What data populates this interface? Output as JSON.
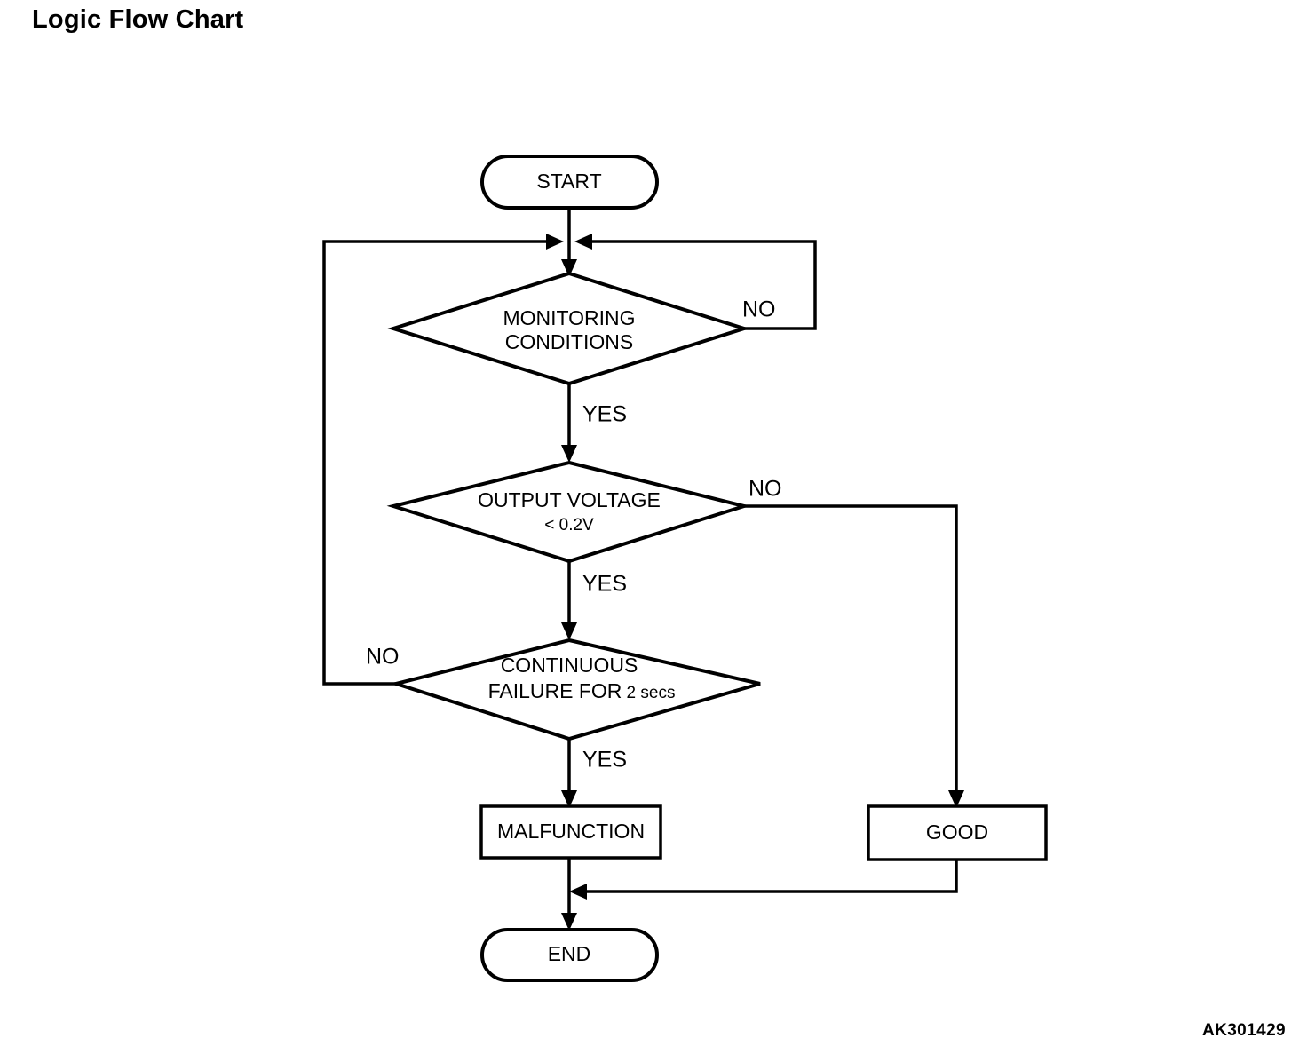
{
  "page": {
    "title": "Logic Flow Chart",
    "reference_code": "AK301429",
    "background_color": "#ffffff",
    "line_color": "#000000"
  },
  "chart_data": {
    "type": "diagram",
    "diagram_kind": "flowchart",
    "title": "Logic Flow Chart",
    "nodes": [
      {
        "id": "start",
        "shape": "terminator",
        "label": "START"
      },
      {
        "id": "monitoring",
        "shape": "decision",
        "label_line1": "MONITORING",
        "label_line2": "CONDITIONS"
      },
      {
        "id": "voltage",
        "shape": "decision",
        "label_line1": "OUTPUT VOLTAGE",
        "label_line2": "< 0.2V"
      },
      {
        "id": "continuous",
        "shape": "decision",
        "label_line1": "CONTINUOUS",
        "label_line2": "FAILURE FOR",
        "label_line2_small": "2 secs"
      },
      {
        "id": "malfunction",
        "shape": "process",
        "label": "MALFUNCTION"
      },
      {
        "id": "good",
        "shape": "process",
        "label": "GOOD"
      },
      {
        "id": "end",
        "shape": "terminator",
        "label": "END"
      }
    ],
    "edges": [
      {
        "from": "start",
        "to": "monitoring",
        "label": ""
      },
      {
        "from": "monitoring",
        "to": "voltage",
        "label": "YES"
      },
      {
        "from": "monitoring",
        "to": "monitoring",
        "label": "NO",
        "note": "loops back to junction above MONITORING CONDITIONS via right side"
      },
      {
        "from": "voltage",
        "to": "continuous",
        "label": "YES"
      },
      {
        "from": "voltage",
        "to": "good",
        "label": "NO"
      },
      {
        "from": "continuous",
        "to": "malfunction",
        "label": "YES"
      },
      {
        "from": "continuous",
        "to": "monitoring",
        "label": "NO",
        "note": "loops back to junction above MONITORING CONDITIONS via left side"
      },
      {
        "from": "malfunction",
        "to": "end",
        "label": ""
      },
      {
        "from": "good",
        "to": "end",
        "label": ""
      }
    ],
    "edge_labels": {
      "monitoring_no": "NO",
      "monitoring_yes": "YES",
      "voltage_no": "NO",
      "voltage_yes": "YES",
      "continuous_no": "NO",
      "continuous_yes": "YES"
    }
  }
}
